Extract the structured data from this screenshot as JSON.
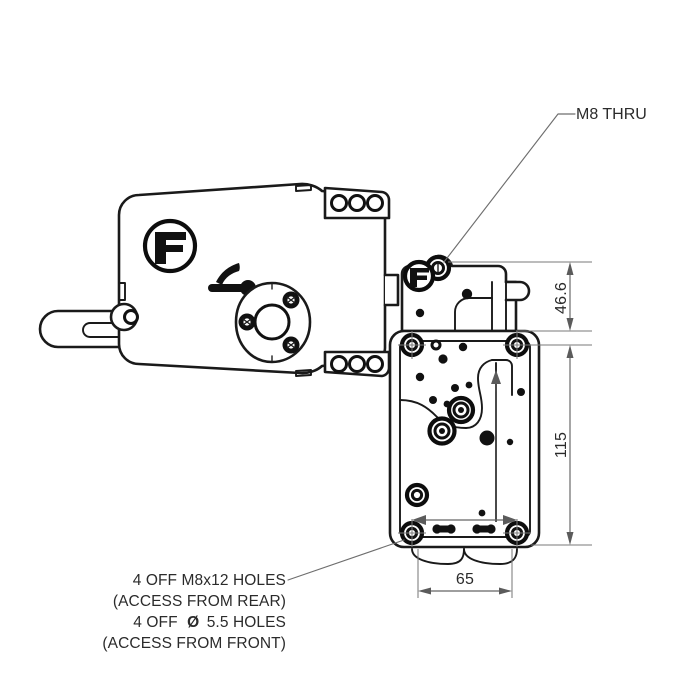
{
  "drawing": {
    "title": "Actuator assembly outline drawing",
    "background_color": "#ffffff",
    "line_color": "#1a1a1a",
    "dimension_color": "#636363",
    "text_color": "#2b2b2b"
  },
  "callouts": {
    "m8_thru": "M8 THRU"
  },
  "notes": {
    "line1": "4 OFF M8x12 HOLES",
    "line2": "(ACCESS FROM REAR)",
    "line3_prefix": "4 OFF",
    "line3_symbol": "Ø",
    "line3_suffix": "5.5 HOLES",
    "line4": "(ACCESS FROM FRONT)"
  },
  "dimensions": {
    "height_upper": "46.6",
    "height_lower": "115",
    "width_base": "65"
  },
  "views": {
    "side_view": {
      "name": "side-elevation-view",
      "logo_label": "F",
      "features": [
        "drive-stem",
        "f-logo-badge",
        "lever-symbol",
        "mounting-flange",
        "upper-terminal-block",
        "lower-terminal-block",
        "side-pivot-hole"
      ]
    },
    "plan_view": {
      "name": "plan-view",
      "logo_label": "F",
      "features": [
        "m8-thru-hole",
        "f-logo-badge-small",
        "corner-mounting-holes",
        "internal-bosses",
        "base-slots"
      ]
    }
  },
  "terminal_block": {
    "hole_count": 3
  },
  "flange": {
    "bolt_hole_count": 3
  }
}
